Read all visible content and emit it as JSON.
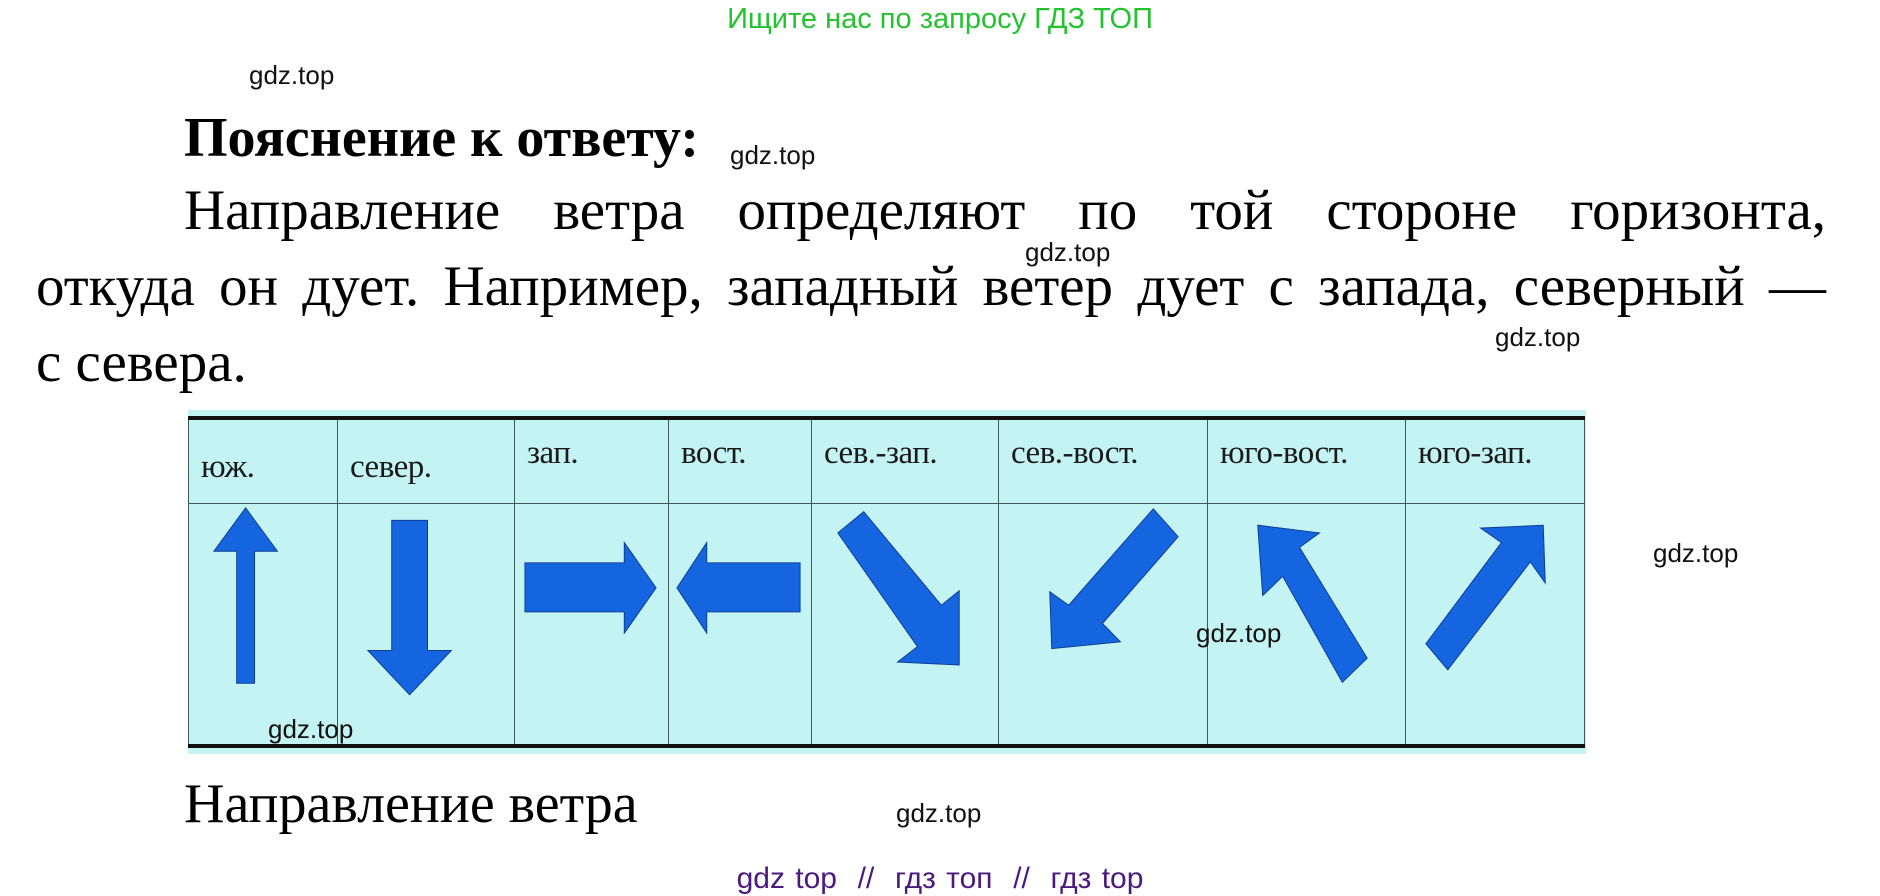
{
  "banner": {
    "text": "Ищите нас по запросу ГДЗ ТОП",
    "color": "#22c32e"
  },
  "heading": "Пояснение к ответу:",
  "paragraph": {
    "line1": "Направление ветра определяют по той стороне горизонта,",
    "line2": "откуда он дует. Например, западный ветер дует с запада, северный —",
    "line3": "с севера."
  },
  "watermarks": [
    "gdz.top",
    "gdz.top",
    "gdz.top",
    "gdz.top",
    "gdz.top",
    "gdz.top",
    "gdz.top",
    "gdz.top",
    "gdz.top"
  ],
  "wind_table": {
    "background": "#c4f3f3",
    "arrow_color": "#1565e0",
    "columns": [
      {
        "label": "юж.",
        "arrow": "up-arrow-icon"
      },
      {
        "label": "север.",
        "arrow": "down-arrow-icon"
      },
      {
        "label": "зап.",
        "arrow": "right-arrow-icon"
      },
      {
        "label": "вост.",
        "arrow": "left-arrow-icon"
      },
      {
        "label": "сев.-зап.",
        "arrow": "down-right-arrow-icon"
      },
      {
        "label": "сев.-вост.",
        "arrow": "down-left-arrow-icon"
      },
      {
        "label": "юго-вост.",
        "arrow": "up-left-arrow-icon"
      },
      {
        "label": "юго-зап.",
        "arrow": "up-right-arrow-icon"
      }
    ]
  },
  "caption": "Направление ветра",
  "footer": {
    "text": "gdz top  //  гдз топ  //  гдз top",
    "color": "#4b1a7e"
  }
}
